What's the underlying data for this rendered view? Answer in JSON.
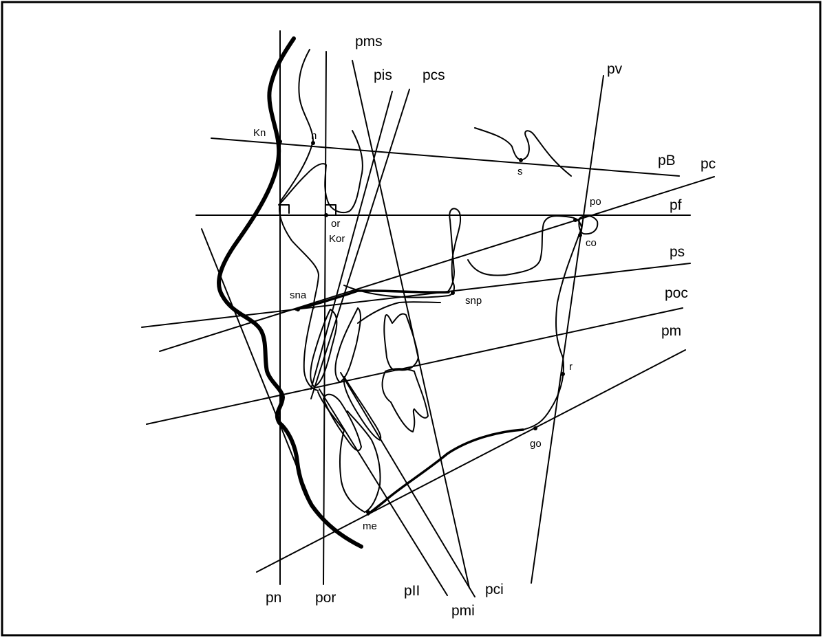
{
  "labels": {
    "pms": "pms",
    "pis": "pis",
    "pcs": "pcs",
    "pv": "pv",
    "pB": "pB",
    "pc": "pc",
    "pf": "pf",
    "ps": "ps",
    "poc": "poc",
    "pm": "pm",
    "pn": "pn",
    "por": "por",
    "pII": "pII",
    "pmi": "pmi",
    "pci": "pci"
  },
  "points": {
    "Kn": "Kn",
    "n": "n",
    "s": "s",
    "po": "po",
    "co": "co",
    "or": "or",
    "Kor": "Kor",
    "sna": "sna",
    "snp": "snp",
    "r": "r",
    "go": "go",
    "me": "me"
  }
}
